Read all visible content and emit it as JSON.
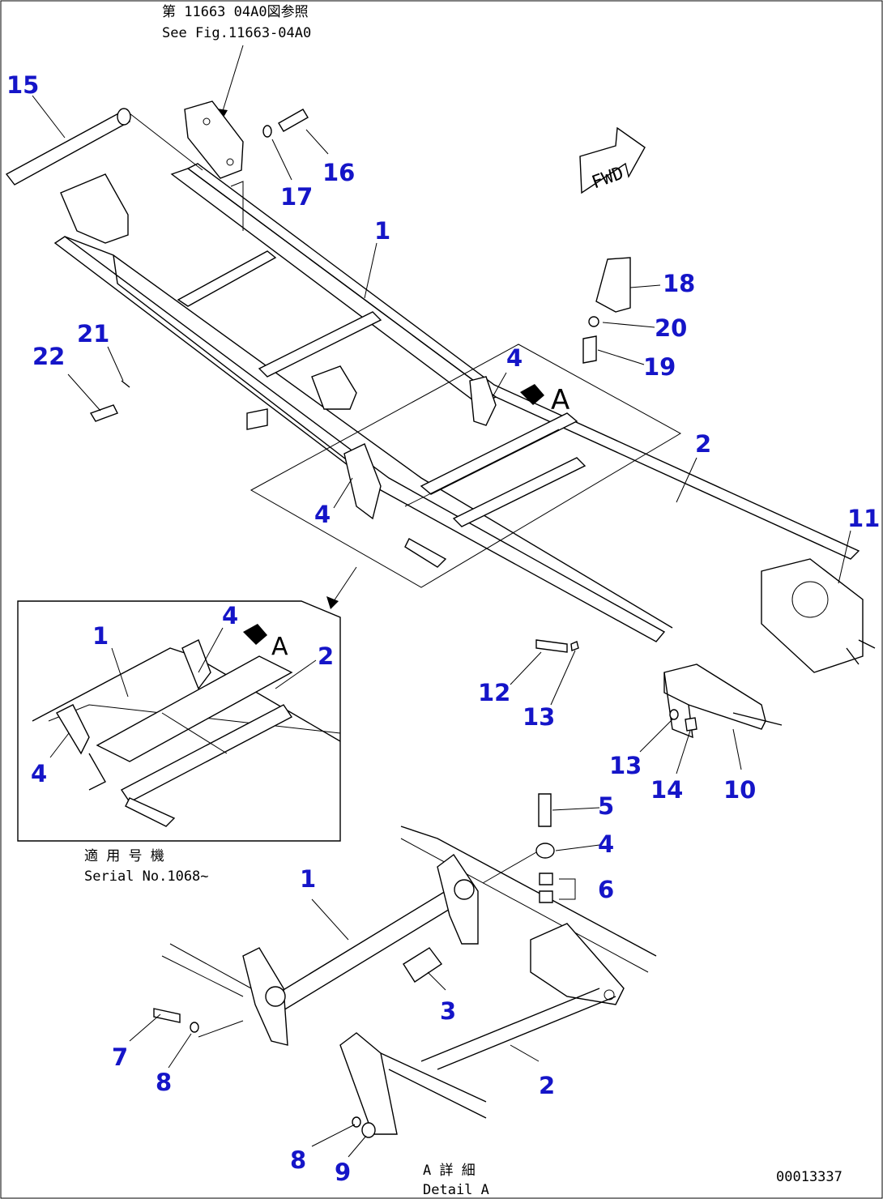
{
  "notes": {
    "ref_jp": "第 11663 04A0図参照",
    "ref_en": "See Fig.11663-04A0",
    "serial_jp": "適 用 号 機",
    "serial_en": "Serial No.1068~",
    "detail_jp": "A 詳 細",
    "detail_en": "Detail A",
    "drawing_no": "00013337",
    "fwd": "FWD",
    "view_a": "A"
  },
  "callouts": {
    "c15": "15",
    "c16": "16",
    "c17": "17",
    "c1_top": "1",
    "c18": "18",
    "c20": "20",
    "c19": "19",
    "c21": "21",
    "c22": "22",
    "c4_top": "4",
    "c2_right": "2",
    "c4_mid": "4",
    "c11": "11",
    "c12": "12",
    "c13_a": "13",
    "c13_b": "13",
    "c14": "14",
    "c10": "10",
    "c1_inset": "1",
    "c4_inset_a": "4",
    "c2_inset": "2",
    "c4_inset_b": "4",
    "c5": "5",
    "c4_det": "4",
    "c6": "6",
    "c1_det": "1",
    "c3": "3",
    "c7": "7",
    "c8_a": "8",
    "c2_det": "2",
    "c8_b": "8",
    "c9": "9"
  }
}
